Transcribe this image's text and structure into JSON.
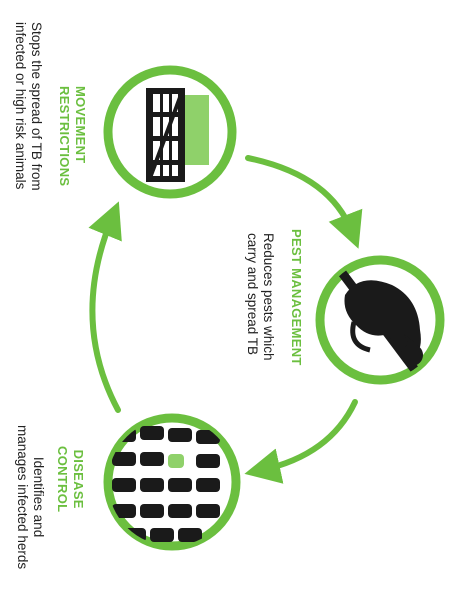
{
  "colors": {
    "green": "#6bbf3f",
    "dark": "#1a1a1a"
  },
  "nodes": {
    "movement": {
      "heading_line1": "MOVEMENT",
      "heading_line2": "RESTRICTIONS",
      "desc_line1": "Stops the spread of TB from",
      "desc_line2": "infected or high risk animals",
      "icon": "cattle-gate-icon"
    },
    "pest": {
      "heading": "PEST MANAGEMENT",
      "desc_line1": "Reduces pests which",
      "desc_line2": "carry and spread TB",
      "icon": "possum-icon"
    },
    "disease": {
      "heading_line1": "DISEASE",
      "heading_line2": "CONTROL",
      "desc_line1": "Identifies and",
      "desc_line2": "manages infected herds",
      "icon": "cattle-herd-icon"
    }
  }
}
